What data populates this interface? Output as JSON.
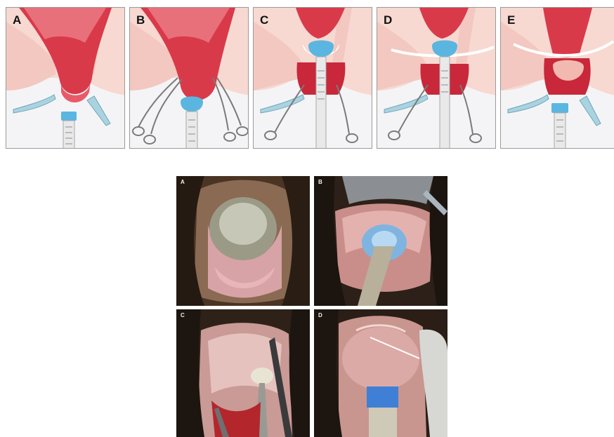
{
  "diagram": {
    "panels": [
      {
        "label": "A"
      },
      {
        "label": "B"
      },
      {
        "label": "C"
      },
      {
        "label": "D"
      },
      {
        "label": "E"
      }
    ]
  },
  "photos": {
    "panels": [
      {
        "label": "A"
      },
      {
        "label": "B"
      },
      {
        "label": "C"
      },
      {
        "label": "D"
      }
    ]
  }
}
